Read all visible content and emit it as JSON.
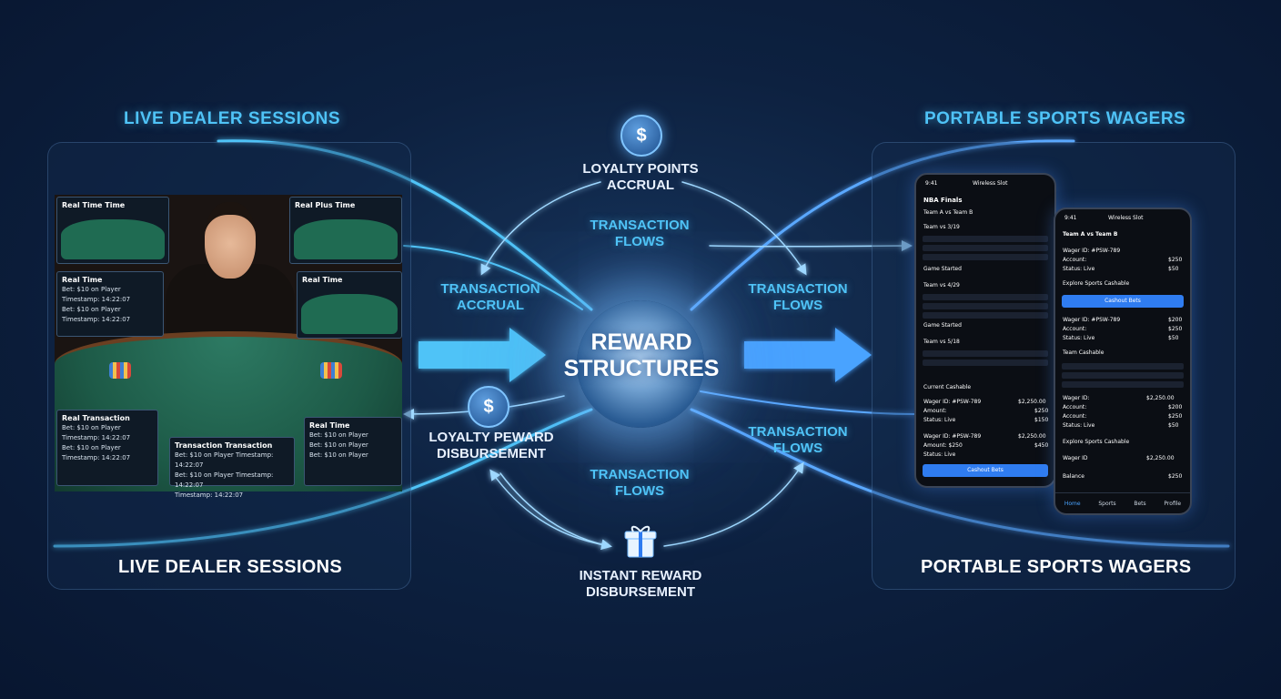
{
  "headings": {
    "top_left": "LIVE DEALER SESSIONS",
    "top_right": "PORTABLE SPORTS WAGERS",
    "bottom_left": "LIVE DEALER SESSIONS",
    "bottom_right": "PORTABLE SPORTS WAGERS"
  },
  "hub": {
    "line1": "REWARD",
    "line2": "STRUCTURES"
  },
  "nodes": {
    "loyalty_points": {
      "line1": "LOYALTY POINTS",
      "line2": "ACCRUAL",
      "icon": "$"
    },
    "loyalty_disbursement": {
      "line1": "LOYALTY PEWARD",
      "line2": "DISBURSEMENT",
      "icon": "$"
    },
    "instant_reward": {
      "line1": "INSTANT REWARD",
      "line2": "DISBURSEMENT"
    }
  },
  "flows": {
    "top_center": {
      "line1": "TRANSACTION",
      "line2": "FLOWS"
    },
    "left_upper": {
      "line1": "TRANSACTION",
      "line2": "ACCRUAL"
    },
    "right_upper": {
      "line1": "TRANSACTION",
      "line2": "FLOWS"
    },
    "right_lower": {
      "line1": "TRANSACTION",
      "line2": "FLOWS"
    },
    "bottom_center": {
      "line1": "TRANSACTION",
      "line2": "FLOWS"
    }
  },
  "casino": {
    "box1_title": "Real Time Time",
    "box2_title": "Real Plus Time",
    "box3_title": "Real Time",
    "box3_lines": [
      "Bet: $10 on Player",
      "Timestamp: 14:22:07",
      "Bet: $10 on Player",
      "Timestamp: 14:22:07"
    ],
    "box4_title": "Real Time",
    "box5_title": "Real Transaction",
    "box5_lines": [
      "Bet: $10 on Player",
      "Timestamp: 14:22:07",
      "Bet: $10 on Player",
      "Timestamp: 14:22:07"
    ],
    "box6_title": "Transaction Transaction",
    "box6_lines": [
      "Bet: $10 on Player  Timestamp: 14:22:07",
      "Bet: $10 on Player  Timestamp: 14:22:07",
      "Timestamp: 14:22:07"
    ],
    "box7_title": "Real Time",
    "box7_lines": [
      "Bet: $10 on Player",
      "Bet: $10 on Player",
      "Bet: $10 on Player"
    ]
  },
  "phone1": {
    "time": "9:41",
    "carrier": "Wireless Slot",
    "title": "NBA Finals",
    "matchup": "Team A vs Team B",
    "section1": "Team vs 3/19",
    "section2": "Game Started",
    "section3": "Team vs 4/29",
    "section4": "Game Started",
    "section5": "Team vs 5/18",
    "section6": "Current Cashable",
    "wager1": "Wager ID: #PSW-789",
    "amount1": "$2,250.00",
    "account1": "Amount:",
    "account1_val": "$250",
    "status1": "Status: Live",
    "status1_val": "$150",
    "wager2": "Wager ID: #PSW-789",
    "amount2": "$2,250.00",
    "account2": "Amount: $250",
    "account2_val": "$450",
    "status2": "Status: Live",
    "button": "Cashout Bets"
  },
  "phone2": {
    "time": "9:41",
    "carrier": "Wireless Slot",
    "matchup": "Team A vs Team B",
    "wager1": "Wager ID: #PSW-789",
    "wager1_val": "$250",
    "account1": "Account:",
    "status1": "Status: Live",
    "status1_val": "$50",
    "section": "Explore Sports Cashable",
    "button": "Cashout Bets",
    "wager2": "Wager ID: #PSW-789",
    "wager2_val": "$200",
    "account2": "Account:",
    "account2_val": "$250",
    "status2": "Status: Live",
    "status2_val": "$50",
    "section2": "Team Cashable",
    "wager3": "Wager ID:",
    "wager3_val": "$2,250.00",
    "account3": "Account:",
    "account3_val": "$200",
    "account3b": "Account:",
    "account3b_val": "$250",
    "status3": "Status: Live",
    "status3_val": "$50",
    "section3": "Explore Sports Cashable",
    "wager4": "Wager ID",
    "wager4_val": "$2,250.00",
    "wager5": "Balance",
    "wager5_val": "$250",
    "nav": [
      "Home",
      "Sports",
      "Bets",
      "Profile"
    ]
  },
  "colors": {
    "accent": "#4fc3f7",
    "glow": "#6fb7ff",
    "background": "#0d2140"
  }
}
